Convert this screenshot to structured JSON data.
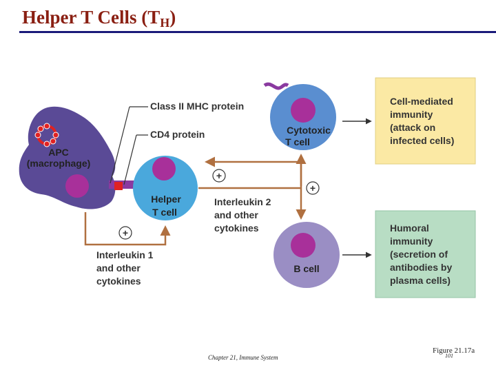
{
  "slide": {
    "title": "Helper T Cells (T",
    "title_subscript": "H",
    "title_close": ")"
  },
  "diagram": {
    "apc_label": [
      "APC",
      "(macrophage)"
    ],
    "class2_label": "Class II MHC protein",
    "cd4_label": "CD4 protein",
    "helper_label": [
      "Helper",
      "T cell"
    ],
    "cytotoxic_label": [
      "Cytotoxic",
      "T cell"
    ],
    "bcell_label": "B cell",
    "il1_label": [
      "Interleukin 1",
      "and other",
      "cytokines"
    ],
    "il2_label": [
      "Interleukin 2",
      "and other",
      "cytokines"
    ],
    "cell_mediated": [
      "Cell-mediated",
      "immunity",
      "(attack on",
      "infected cells)"
    ],
    "humoral": [
      "Humoral",
      "immunity",
      "(secretion of",
      "antibodies by",
      "plasma cells)"
    ],
    "plus": "+"
  },
  "footer": {
    "chapter": "Chapter 21, Immune System",
    "figure": "Figure 21.17a",
    "page": "101"
  },
  "colors": {
    "title": "#8a1f12",
    "rule": "#1a1a7a",
    "apc": "#5a4a96",
    "helper": "#4aa8dc",
    "cytotoxic": "#5a8ed0",
    "bcell": "#9a8ec4",
    "nucleus": "#a8309a",
    "arrow": "#b07040",
    "yellow_box": "#fbe9a4",
    "green_box": "#b8ddc4",
    "antigen": "#e02222"
  }
}
